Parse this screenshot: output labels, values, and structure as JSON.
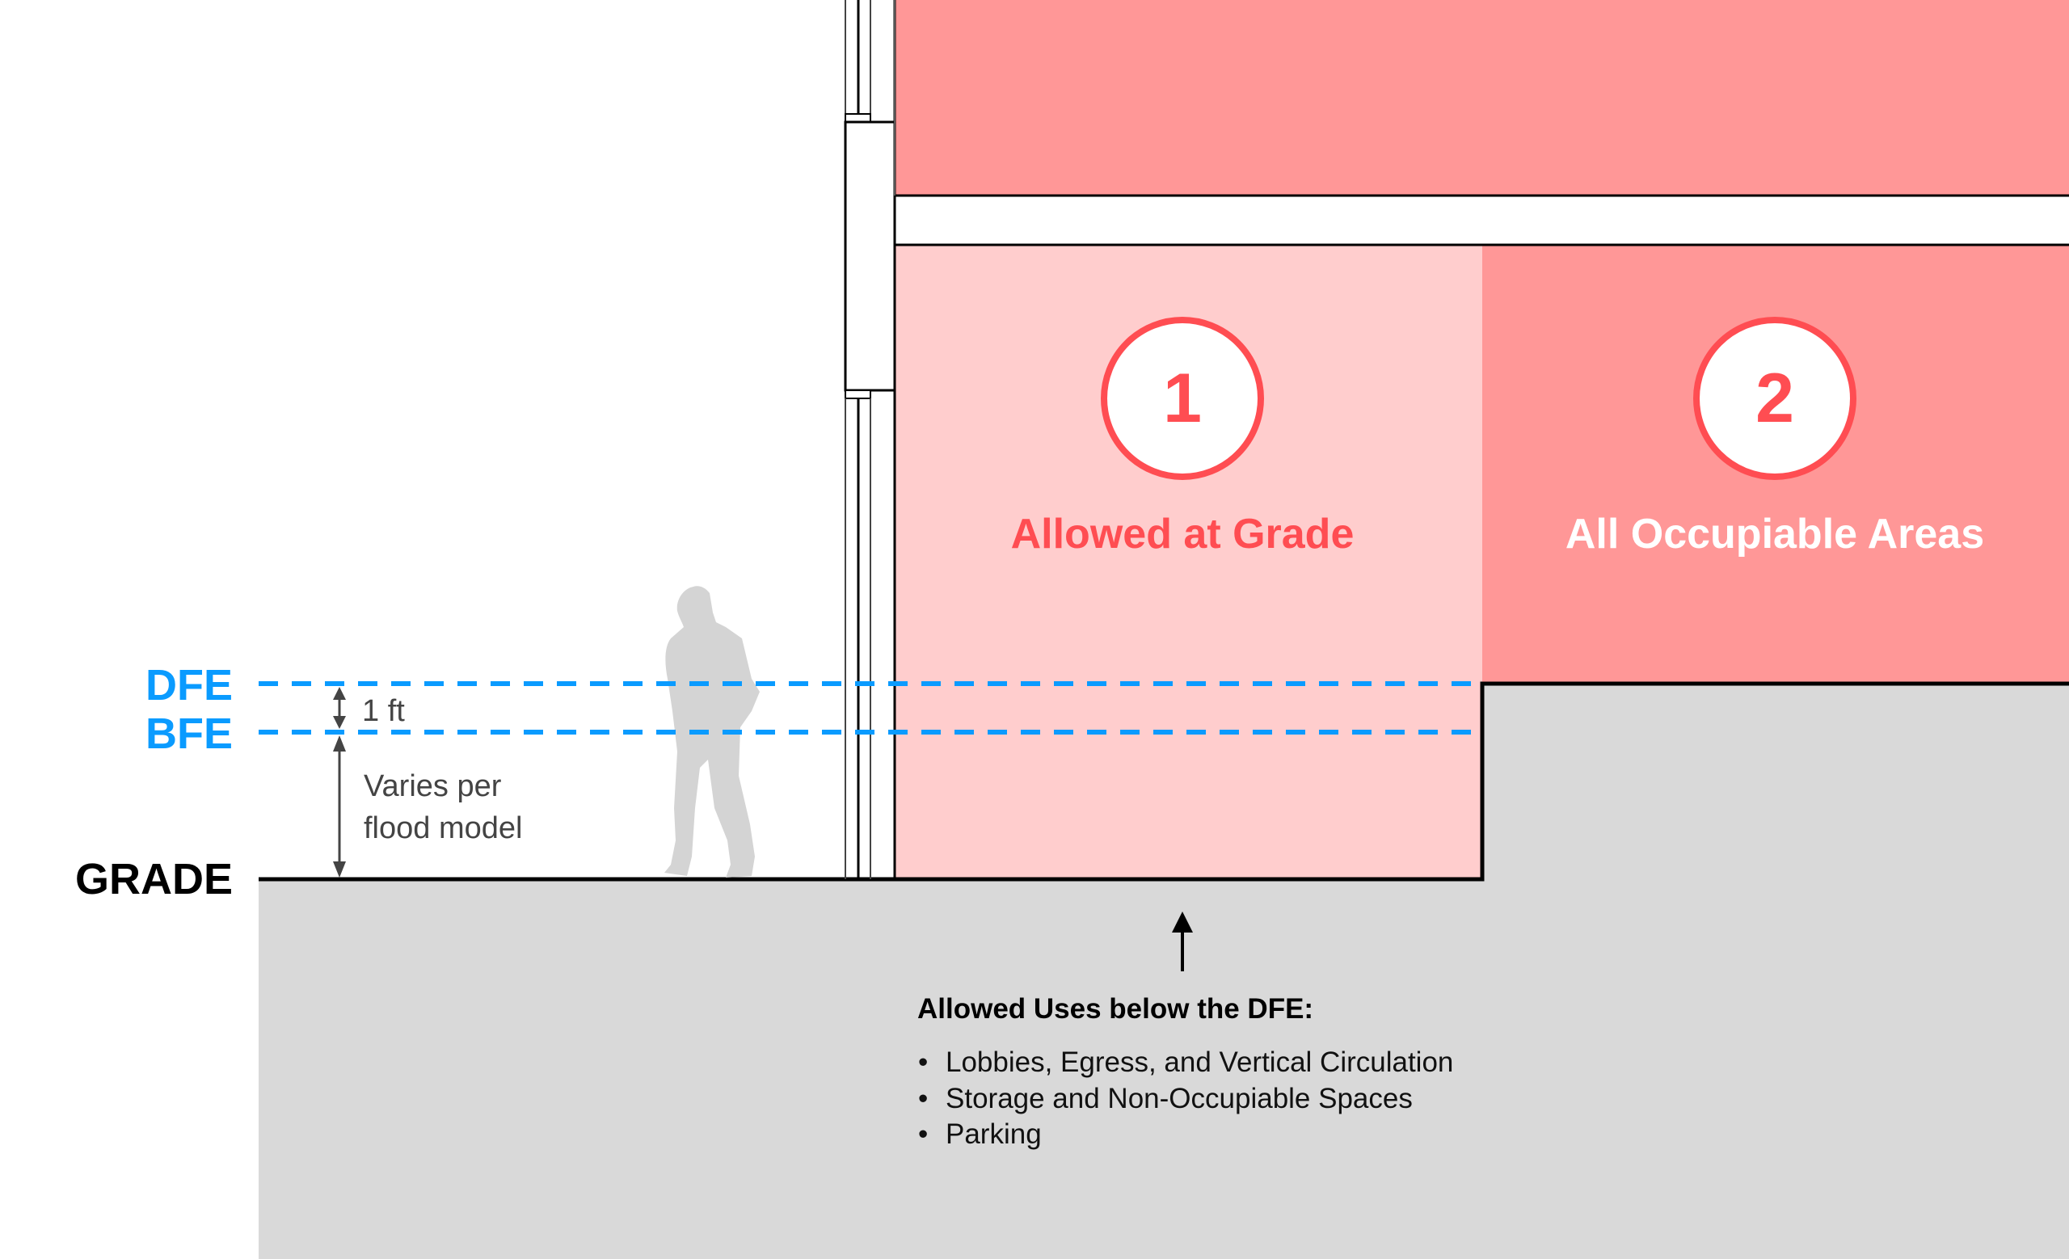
{
  "levels": {
    "dfe": "DFE",
    "bfe": "BFE",
    "grade": "GRADE"
  },
  "dimensions": {
    "dfe_bfe": "1 ft",
    "bfe_grade_line1": "Varies per",
    "bfe_grade_line2": "flood model"
  },
  "zones": [
    {
      "number": "1",
      "label": "Allowed at Grade"
    },
    {
      "number": "2",
      "label": "All Occupiable Areas"
    }
  ],
  "allowed_uses": {
    "title": "Allowed Uses below the DFE:",
    "items": [
      "Lobbies, Egress, and Vertical Circulation",
      "Storage and Non-Occupiable Spaces",
      "Parking"
    ]
  },
  "colors": {
    "flood_line": "#0a9bff",
    "zone_dark": "#ff9797",
    "zone_light": "#ffcdcd",
    "accent_red": "#ff4d52",
    "ground": "#d9d9d9"
  }
}
